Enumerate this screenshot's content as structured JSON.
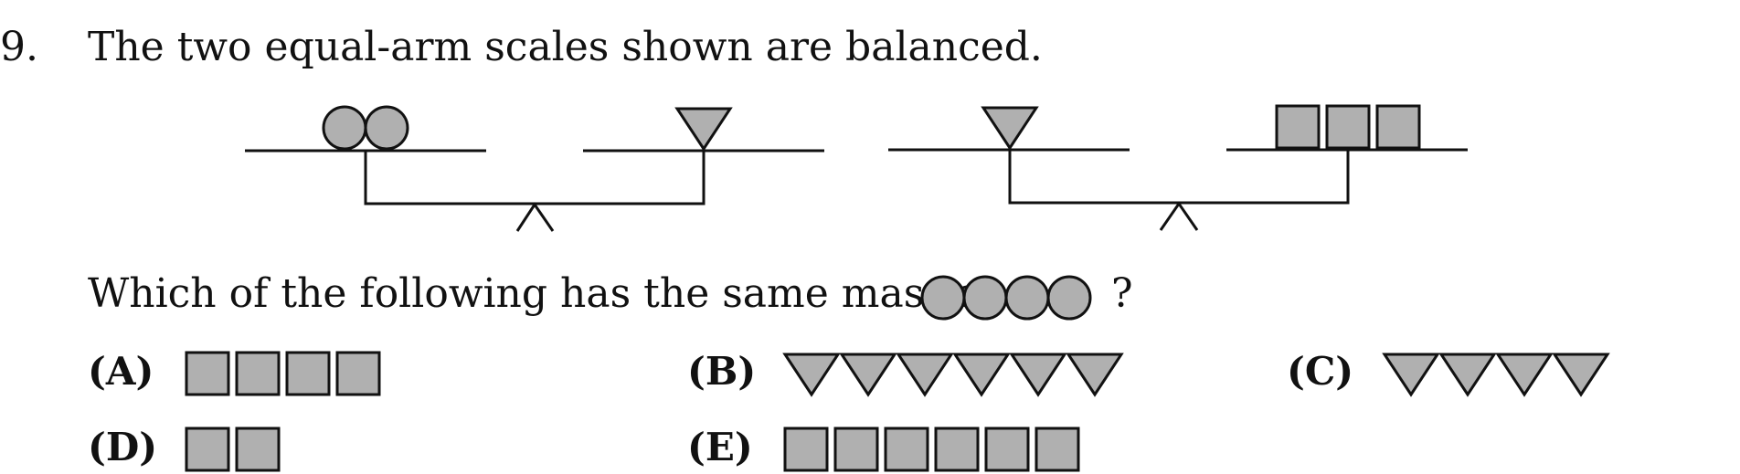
{
  "question": {
    "number": "9.",
    "statement": "The two equal-arm scales shown are balanced.",
    "prompt": "Which of the following has the same mass as",
    "prompt_end": "?",
    "prompt_shape": "circle",
    "prompt_count": 4
  },
  "scales": [
    {
      "left_pan": {
        "shape": "circle",
        "count": 2
      },
      "right_pan": {
        "shape": "triangle",
        "count": 1
      }
    },
    {
      "left_pan": {
        "shape": "triangle",
        "count": 1
      },
      "right_pan": {
        "shape": "square",
        "count": 3
      }
    }
  ],
  "options": [
    {
      "label": "(A)",
      "shape": "square",
      "count": 4
    },
    {
      "label": "(B)",
      "shape": "triangle",
      "count": 6
    },
    {
      "label": "(C)",
      "shape": "triangle",
      "count": 4
    },
    {
      "label": "(D)",
      "shape": "square",
      "count": 2
    },
    {
      "label": "(E)",
      "shape": "square",
      "count": 6
    }
  ],
  "colors": {
    "shape_fill": "#b0b0b0",
    "stroke": "#111111"
  }
}
